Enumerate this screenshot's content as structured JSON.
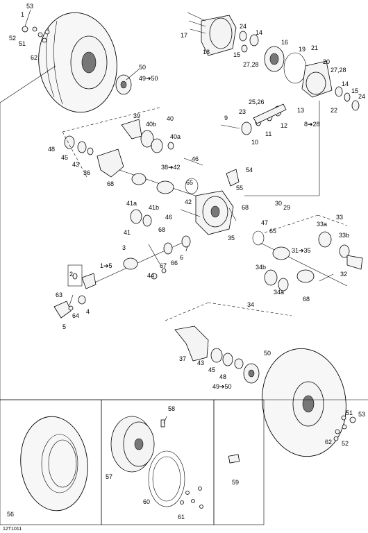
{
  "diagram_id": "12T1011",
  "callouts": {
    "c53a": "53",
    "c1": "1",
    "c52a": "52",
    "c51a": "51",
    "c62a": "62",
    "c50a": "50",
    "c49a": "49➔50",
    "c17": "17",
    "c18": "18",
    "c24a": "24",
    "c14a": "14",
    "c15a": "15",
    "c16": "16",
    "c2728a": "27,28",
    "c19": "19",
    "c21": "21",
    "c20": "20",
    "c2728b": "27,28",
    "c14b": "14",
    "c15b": "15",
    "c24b": "24",
    "c22": "22",
    "c13": "13",
    "c828": "8➔28",
    "c2526": "25,26",
    "c23": "23",
    "c11": "11",
    "c12": "12",
    "c9": "9",
    "c10": "10",
    "c39": "39",
    "c40": "40",
    "c40b": "40b",
    "c40a": "40a",
    "c48a": "48",
    "c45a": "45",
    "c43a": "43",
    "c36": "36",
    "c3842": "38➔42",
    "c46a": "46",
    "c54": "54",
    "c55": "55",
    "c68a": "68",
    "c65a": "65",
    "c42": "42",
    "c68b": "68",
    "c41a": "41a",
    "c41b": "41b",
    "c41": "41",
    "c46b": "46",
    "c30": "30",
    "c29": "29",
    "c47": "47",
    "c65b": "65",
    "c35": "35",
    "c68c": "68",
    "c7": "7",
    "c6": "6",
    "c66": "66",
    "c67": "67",
    "c3": "3",
    "c15": "1➔5",
    "c44": "44",
    "c2": "2",
    "c63": "63",
    "c64": "64",
    "c4": "4",
    "c5": "5",
    "c33": "33",
    "c33a": "33a",
    "c33b": "33b",
    "c3135": "31➔35",
    "c32": "32",
    "c34b": "34b",
    "c34a": "34a",
    "c34": "34",
    "c68d": "68",
    "c37": "37",
    "c43b": "43",
    "c45b": "45",
    "c48b": "48",
    "c50b": "50",
    "c49b": "49➔50",
    "c51b": "51",
    "c53b": "53",
    "c62b": "62",
    "c52b": "52",
    "c58": "58",
    "c57": "57",
    "c60": "60",
    "c59": "59",
    "c61": "61",
    "c56": "56"
  }
}
